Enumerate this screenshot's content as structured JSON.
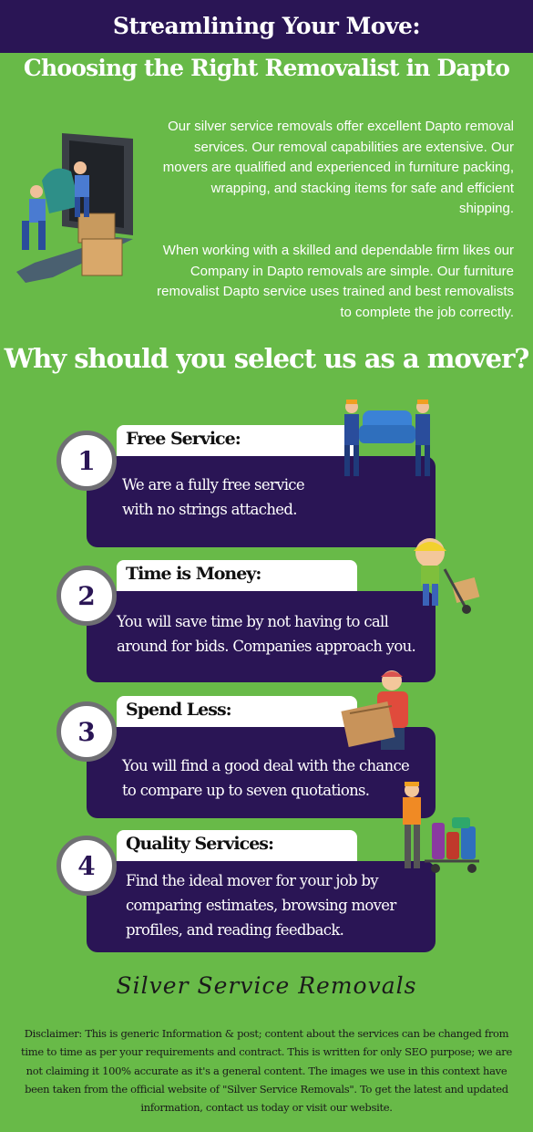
{
  "header": {
    "title_line1": "Streamlining Your Move:",
    "title_line2": "Choosing the Right Removalist in Dapto"
  },
  "intro": {
    "paragraph1": "Our silver service removals offer excellent Dapto removal services. Our removal capabilities are extensive. Our movers are qualified and experienced in furniture packing, wrapping, and stacking items for safe and efficient shipping.",
    "paragraph2": "When working with a skilled and dependable firm likes our Company in Dapto removals are simple. Our furniture removalist Dapto service uses trained and best removalists to complete the job correctly."
  },
  "why_heading": "Why should you select us as a mover?",
  "reasons": [
    {
      "number": "1",
      "title": "Free Service:",
      "text": "We are a fully free service with no strings attached."
    },
    {
      "number": "2",
      "title": "Time is Money:",
      "text": "You will save time by not having to call around for bids. Companies approach you."
    },
    {
      "number": "3",
      "title": "Spend Less:",
      "text": "You will find a good deal with the chance to compare up to seven quotations."
    },
    {
      "number": "4",
      "title": "Quality Services:",
      "text": "Find the ideal mover for your job by comparing estimates, browsing mover profiles, and reading feedback."
    }
  ],
  "brand": "Silver Service Removals",
  "disclaimer": "Disclaimer: This is generic Information & post; content about the services can be changed from time to time as per your requirements and contract. This is written for only SEO purpose; we are not claiming it 100% accurate as it's a general content. The images we use in this context have been taken from the official website of \"Silver Service Removals\". To get the latest and updated information, contact us today or visit our website.",
  "colors": {
    "background": "#68ba48",
    "navy": "#2a1555",
    "ring": "#6f6f73"
  }
}
